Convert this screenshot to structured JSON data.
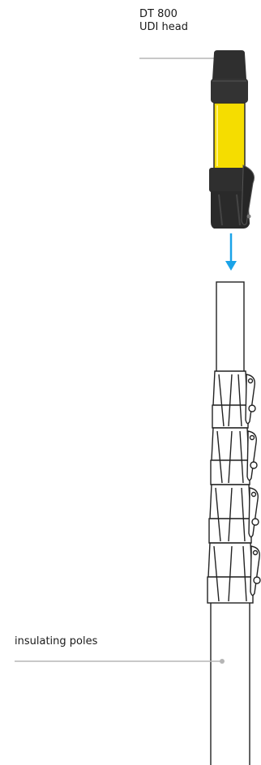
{
  "labels": {
    "head_line1": "DT 800",
    "head_line2": "UDI head",
    "poles": "insulating poles"
  },
  "colors": {
    "head_body": "#2f2f2f",
    "head_band": "#f5dd00",
    "arrow": "#1aa3e8",
    "outline": "#222222",
    "leader": "#b5b5b5"
  }
}
